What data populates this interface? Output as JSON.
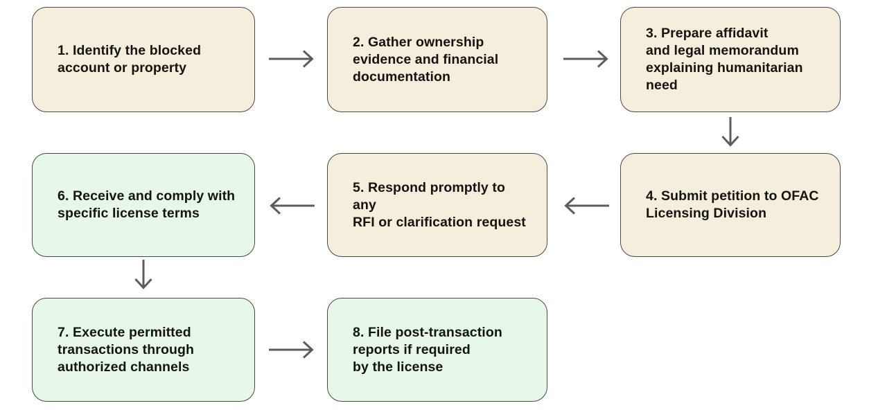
{
  "flowchart": {
    "colors": {
      "background": "#ffffff",
      "beige_fill": "#f5eedd",
      "green_fill": "#e7f8e8",
      "box_border": "#4a4842",
      "arrow": "#5c5c5c",
      "text": "#151310"
    },
    "boxes": [
      {
        "step": "1",
        "variant": "beige",
        "text": "1. Identify the blocked\naccount or property"
      },
      {
        "step": "2",
        "variant": "beige",
        "text": "2. Gather ownership\nevidence and financial\ndocumentation"
      },
      {
        "step": "3",
        "variant": "beige",
        "text": "3. Prepare affidavit\nand legal memorandum\nexplaining humanitarian\nneed"
      },
      {
        "step": "4",
        "variant": "beige",
        "text": "4. Submit petition to OFAC\nLicensing Division"
      },
      {
        "step": "5",
        "variant": "beige",
        "text": "5. Respond promptly to any\nRFI or clarification request"
      },
      {
        "step": "6",
        "variant": "green",
        "text": "6. Receive and comply with\nspecific license terms"
      },
      {
        "step": "7",
        "variant": "green",
        "text": "7. Execute permitted\ntransactions through\nauthorized channels"
      },
      {
        "step": "8",
        "variant": "green",
        "text": "8. File post-transaction\nreports if required\nby the license"
      }
    ],
    "connectors": [
      {
        "from": "1",
        "to": "2",
        "direction": "right"
      },
      {
        "from": "2",
        "to": "3",
        "direction": "right"
      },
      {
        "from": "3",
        "to": "4",
        "direction": "down"
      },
      {
        "from": "4",
        "to": "5",
        "direction": "left"
      },
      {
        "from": "5",
        "to": "6",
        "direction": "left"
      },
      {
        "from": "6",
        "to": "7",
        "direction": "down"
      },
      {
        "from": "7",
        "to": "8",
        "direction": "right"
      }
    ]
  }
}
